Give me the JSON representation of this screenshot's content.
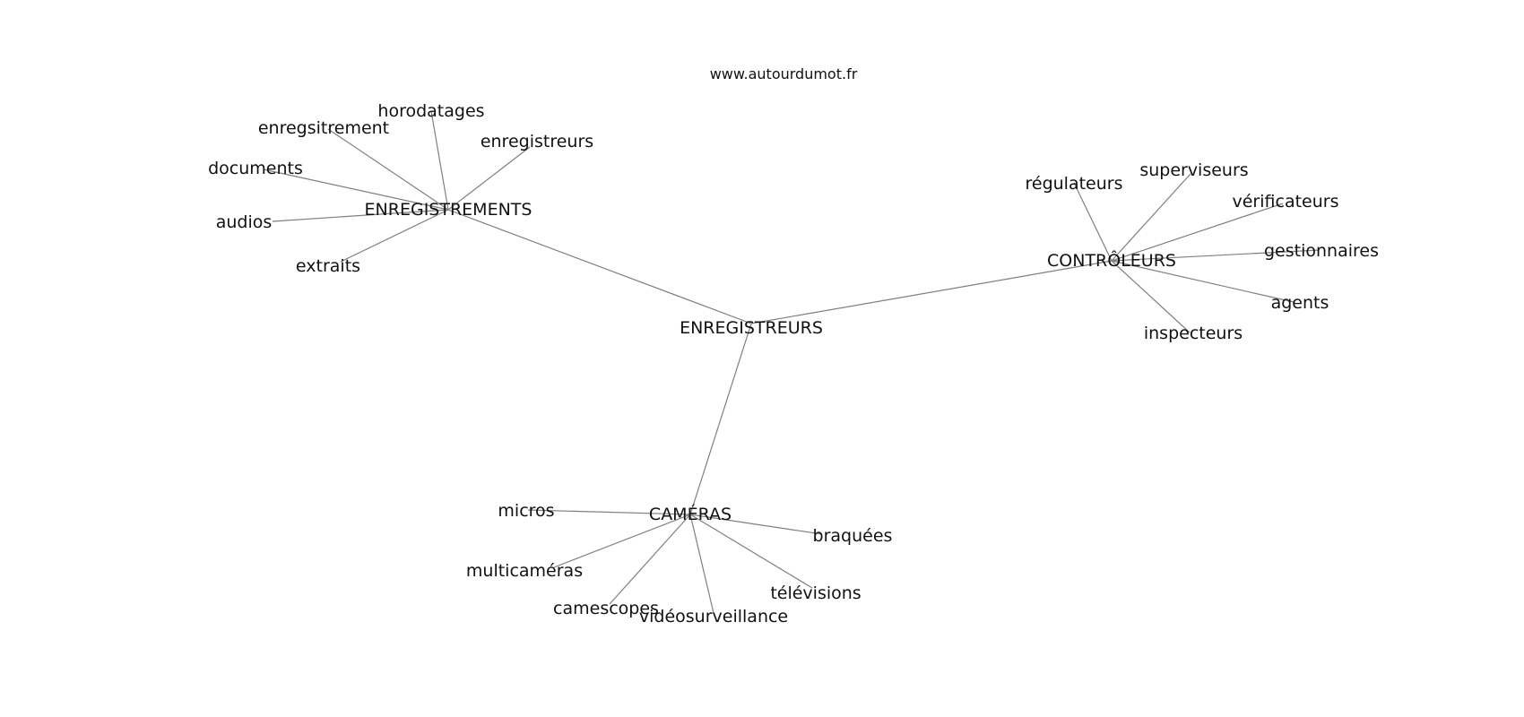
{
  "site": "www.autourdumot.fr",
  "graph": {
    "center": "ENREGISTREURS",
    "hubs": [
      "ENREGISTREMENTS",
      "CONTRÔLEURS",
      "CAMÉRAS"
    ],
    "nodes": [
      {
        "id": "ENREGISTREURS",
        "label": "ENREGISTREURS"
      },
      {
        "id": "ENREGISTREMENTS",
        "label": "ENREGISTREMENTS"
      },
      {
        "id": "CONTRÔLEURS",
        "label": "CONTRÔLEURS"
      },
      {
        "id": "CAMÉRAS",
        "label": "CAMÉRAS"
      },
      {
        "id": "horodatages",
        "label": "horodatages"
      },
      {
        "id": "enregsitrement",
        "label": "enregsitrement"
      },
      {
        "id": "enregistreurs",
        "label": "enregistreurs"
      },
      {
        "id": "documents",
        "label": "documents"
      },
      {
        "id": "audios",
        "label": "audios"
      },
      {
        "id": "extraits",
        "label": "extraits"
      },
      {
        "id": "régulateurs",
        "label": "régulateurs"
      },
      {
        "id": "superviseurs",
        "label": "superviseurs"
      },
      {
        "id": "vérificateurs",
        "label": "vérificateurs"
      },
      {
        "id": "gestionnaires",
        "label": "gestionnaires"
      },
      {
        "id": "agents",
        "label": "agents"
      },
      {
        "id": "inspecteurs",
        "label": "inspecteurs"
      },
      {
        "id": "micros",
        "label": "micros"
      },
      {
        "id": "multicaméras",
        "label": "multicaméras"
      },
      {
        "id": "camescopes",
        "label": "camescopes"
      },
      {
        "id": "vidéosurveillance",
        "label": "vidéosurveillance"
      },
      {
        "id": "télévisions",
        "label": "télévisions"
      },
      {
        "id": "braquées",
        "label": "braquées"
      }
    ],
    "edges": [
      [
        "ENREGISTREURS",
        "ENREGISTREMENTS"
      ],
      [
        "ENREGISTREURS",
        "CONTRÔLEURS"
      ],
      [
        "ENREGISTREURS",
        "CAMÉRAS"
      ],
      [
        "ENREGISTREMENTS",
        "horodatages"
      ],
      [
        "ENREGISTREMENTS",
        "enregsitrement"
      ],
      [
        "ENREGISTREMENTS",
        "enregistreurs"
      ],
      [
        "ENREGISTREMENTS",
        "documents"
      ],
      [
        "ENREGISTREMENTS",
        "audios"
      ],
      [
        "ENREGISTREMENTS",
        "extraits"
      ],
      [
        "CONTRÔLEURS",
        "régulateurs"
      ],
      [
        "CONTRÔLEURS",
        "superviseurs"
      ],
      [
        "CONTRÔLEURS",
        "vérificateurs"
      ],
      [
        "CONTRÔLEURS",
        "gestionnaires"
      ],
      [
        "CONTRÔLEURS",
        "agents"
      ],
      [
        "CONTRÔLEURS",
        "inspecteurs"
      ],
      [
        "CAMÉRAS",
        "micros"
      ],
      [
        "CAMÉRAS",
        "multicaméras"
      ],
      [
        "CAMÉRAS",
        "camescopes"
      ],
      [
        "CAMÉRAS",
        "vidéosurveillance"
      ],
      [
        "CAMÉRAS",
        "télévisions"
      ],
      [
        "CAMÉRAS",
        "braquées"
      ]
    ]
  }
}
